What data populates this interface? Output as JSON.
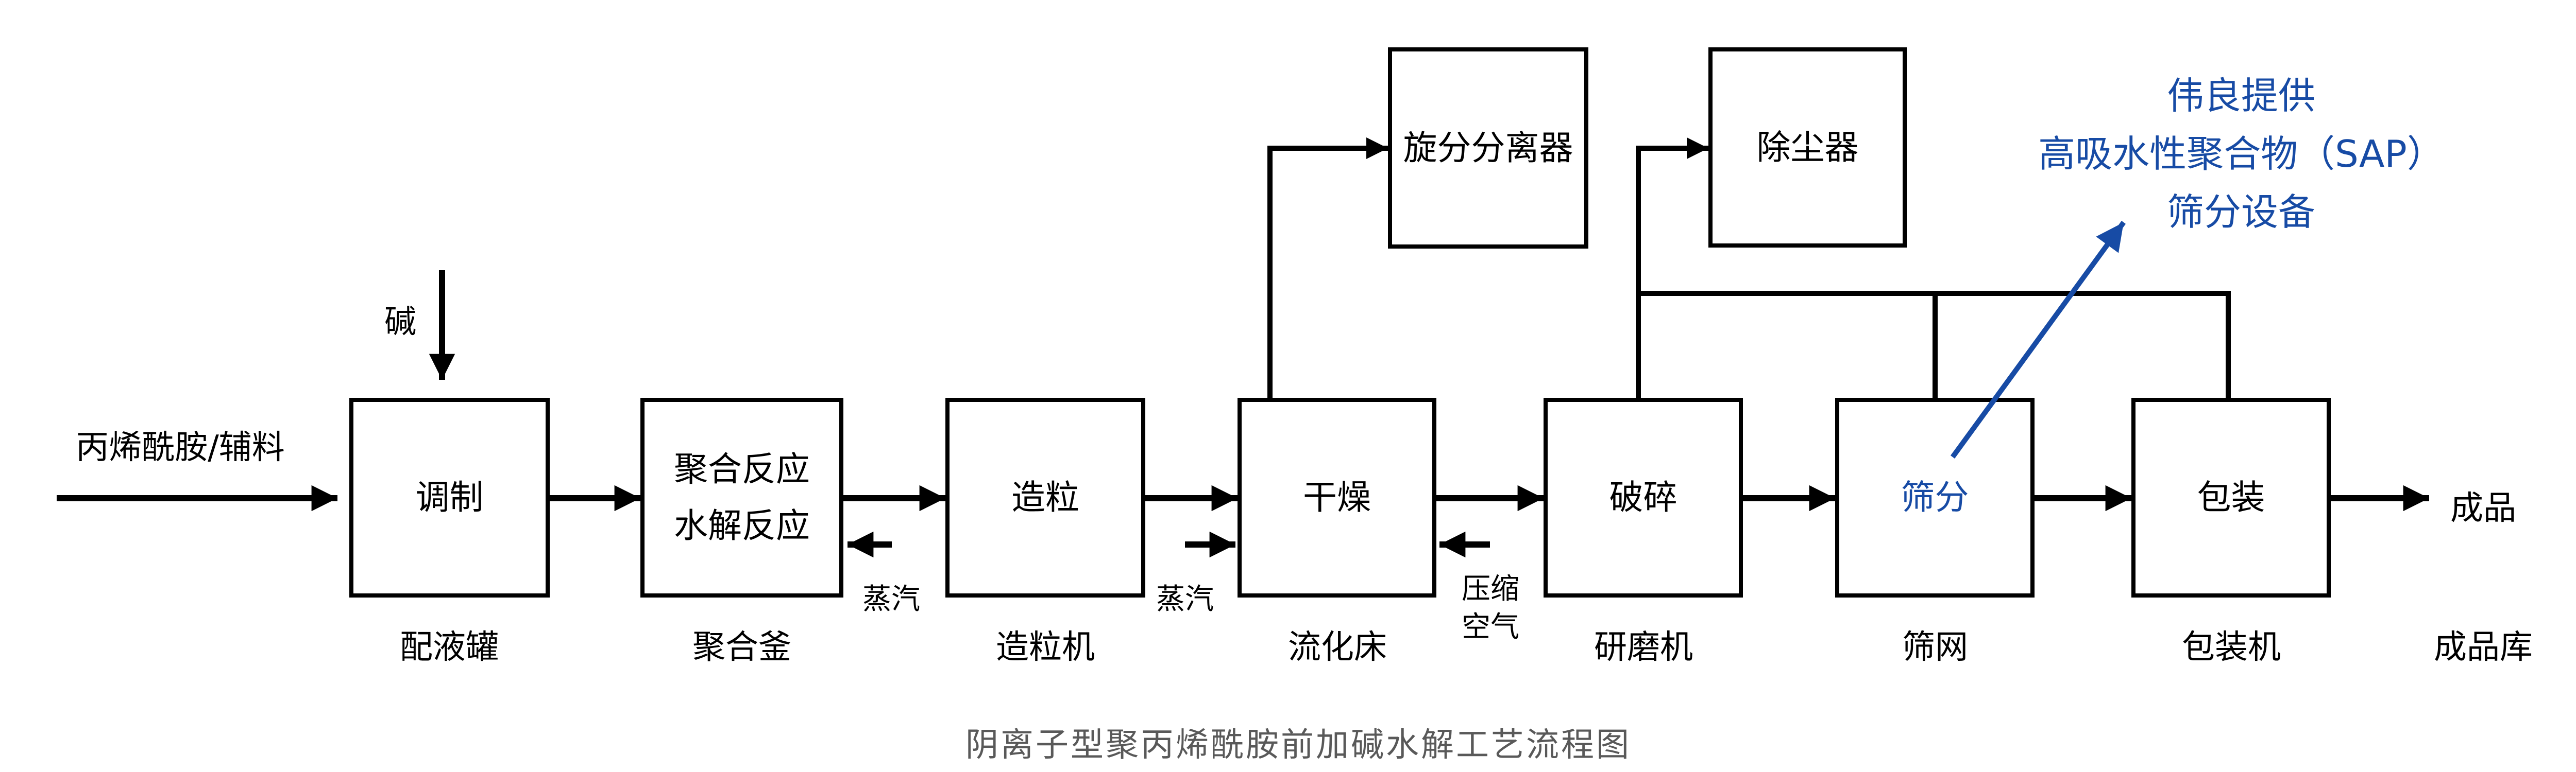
{
  "colors": {
    "line": "#000000",
    "accent_blue": "#174BA5",
    "caption_gray": "#595959",
    "background": "#ffffff"
  },
  "inputs": {
    "feed_label": "丙烯酰胺/辅料",
    "alkali_label": "碱"
  },
  "process_boxes": [
    {
      "title": "调制",
      "equipment": "配液罐"
    },
    {
      "title": "聚合反应\n水解反应",
      "equipment": "聚合釜"
    },
    {
      "title": "造粒",
      "equipment": "造粒机"
    },
    {
      "title": "干燥",
      "equipment": "流化床"
    },
    {
      "title": "破碎",
      "equipment": "研磨机"
    },
    {
      "title": "筛分",
      "equipment": "筛网"
    },
    {
      "title": "包装",
      "equipment": "包装机"
    }
  ],
  "top_boxes": [
    {
      "title": "旋分分离器"
    },
    {
      "title": "除尘器"
    }
  ],
  "utility_labels": {
    "steam_to_kettle": "蒸汽",
    "steam_to_dryer": "蒸汽",
    "compressed_air": "压缩\n空气"
  },
  "outputs": {
    "product_label": "成品",
    "warehouse_label": "成品库"
  },
  "annotation": {
    "text": "伟良提供\n高吸水性聚合物（SAP）\n筛分设备"
  },
  "caption": "阴离子型聚丙烯酰胺前加碱水解工艺流程图"
}
